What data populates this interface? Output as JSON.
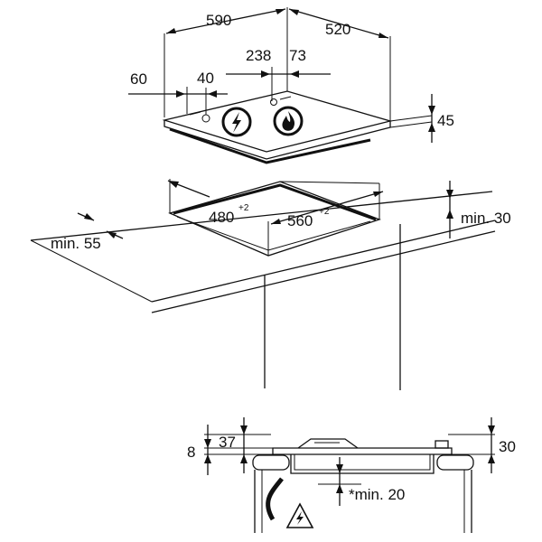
{
  "dimensions": {
    "hob_width": "590",
    "hob_depth": "520",
    "burner_offset_a": "238",
    "burner_offset_b": "73",
    "left_edge": "60",
    "left_knob": "40",
    "hob_height": "45",
    "cutout_depth": "480",
    "cutout_depth_tol": "+2",
    "cutout_width": "560",
    "cutout_width_tol": "+2",
    "min_front": "min. 55",
    "min_back": "min. 30",
    "side_37": "37",
    "side_8": "8",
    "right_30": "30",
    "min_below": "*min. 20"
  },
  "icons": {
    "electric": "lightning-symbol",
    "gas": "flame-symbol",
    "warning": "electrical-hazard-warning"
  }
}
